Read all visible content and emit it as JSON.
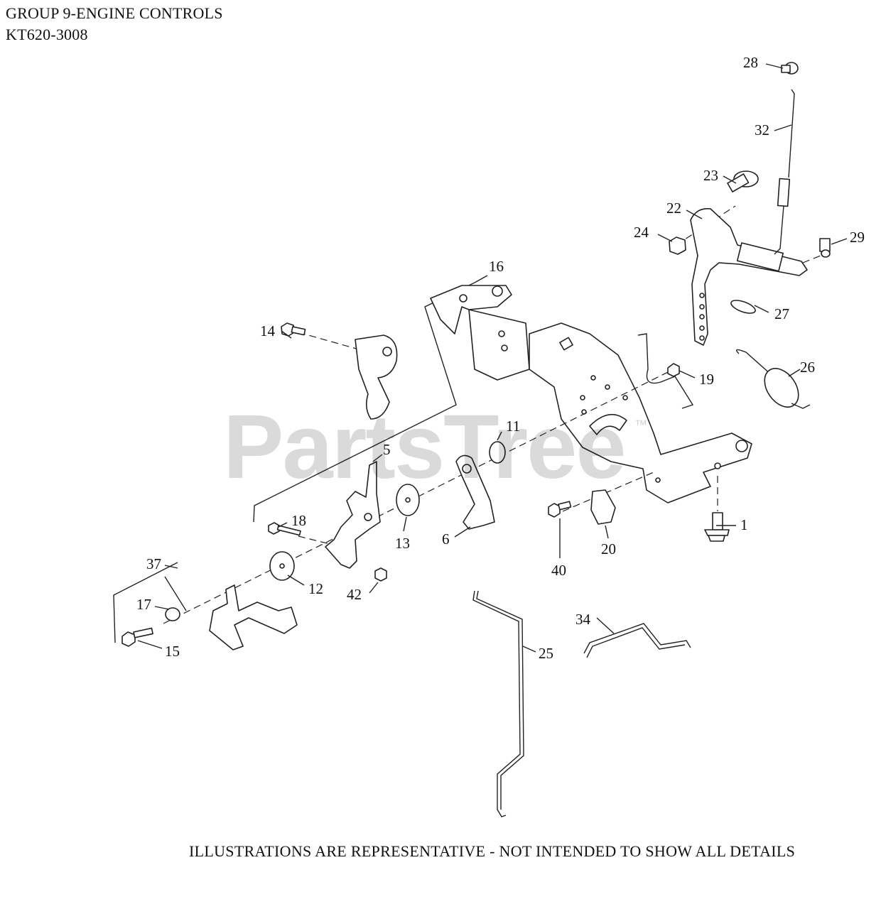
{
  "header": {
    "group_title": "GROUP 9-ENGINE CONTROLS",
    "model": "KT620-3008"
  },
  "footer": {
    "note": "ILLUSTRATIONS ARE REPRESENTATIVE - NOT INTENDED TO SHOW ALL DETAILS"
  },
  "watermark": {
    "text": "PartsTree",
    "trademark": "™"
  },
  "callouts": {
    "c1": "1",
    "c5": "5",
    "c6": "6",
    "c11": "11",
    "c12": "12",
    "c13": "13",
    "c14": "14",
    "c15": "15",
    "c16": "16",
    "c17": "17",
    "c18": "18",
    "c19": "19",
    "c20": "20",
    "c22": "22",
    "c23": "23",
    "c24": "24",
    "c25": "25",
    "c26": "26",
    "c27": "27",
    "c28": "28",
    "c29": "29",
    "c32": "32",
    "c34": "34",
    "c37": "37",
    "c40": "40",
    "c42": "42"
  }
}
